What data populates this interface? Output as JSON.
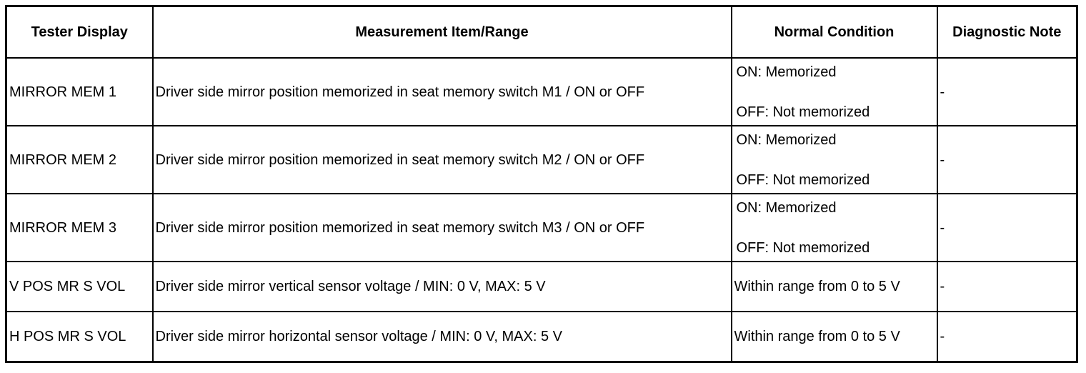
{
  "headers": {
    "tester_display": "Tester Display",
    "measurement": "Measurement Item/Range",
    "normal_condition": "Normal Condition",
    "diagnostic_note": "Diagnostic Note"
  },
  "rows": [
    {
      "tester_display": "MIRROR MEM 1",
      "measurement": "Driver side mirror position memorized in seat memory switch M1 / ON or OFF",
      "normal_on": "ON: Memorized",
      "normal_off": "OFF: Not memorized",
      "note": "-"
    },
    {
      "tester_display": "MIRROR MEM 2",
      "measurement": "Driver side mirror position memorized in seat memory switch M2 / ON or OFF",
      "normal_on": "ON: Memorized",
      "normal_off": "OFF: Not memorized",
      "note": "-"
    },
    {
      "tester_display": "MIRROR MEM 3",
      "measurement": "Driver side mirror position memorized in seat memory switch M3 / ON or OFF",
      "normal_on": "ON: Memorized",
      "normal_off": "OFF: Not memorized",
      "note": "-"
    },
    {
      "tester_display": "V POS MR S VOL",
      "measurement": "Driver side mirror vertical sensor voltage / MIN: 0 V, MAX: 5 V",
      "normal": "Within range from 0 to 5 V",
      "note": "-"
    },
    {
      "tester_display": "H POS MR S VOL",
      "measurement": "Driver side mirror horizontal sensor voltage / MIN: 0 V, MAX: 5 V",
      "normal": "Within range from 0 to 5 V",
      "note": "-"
    }
  ]
}
